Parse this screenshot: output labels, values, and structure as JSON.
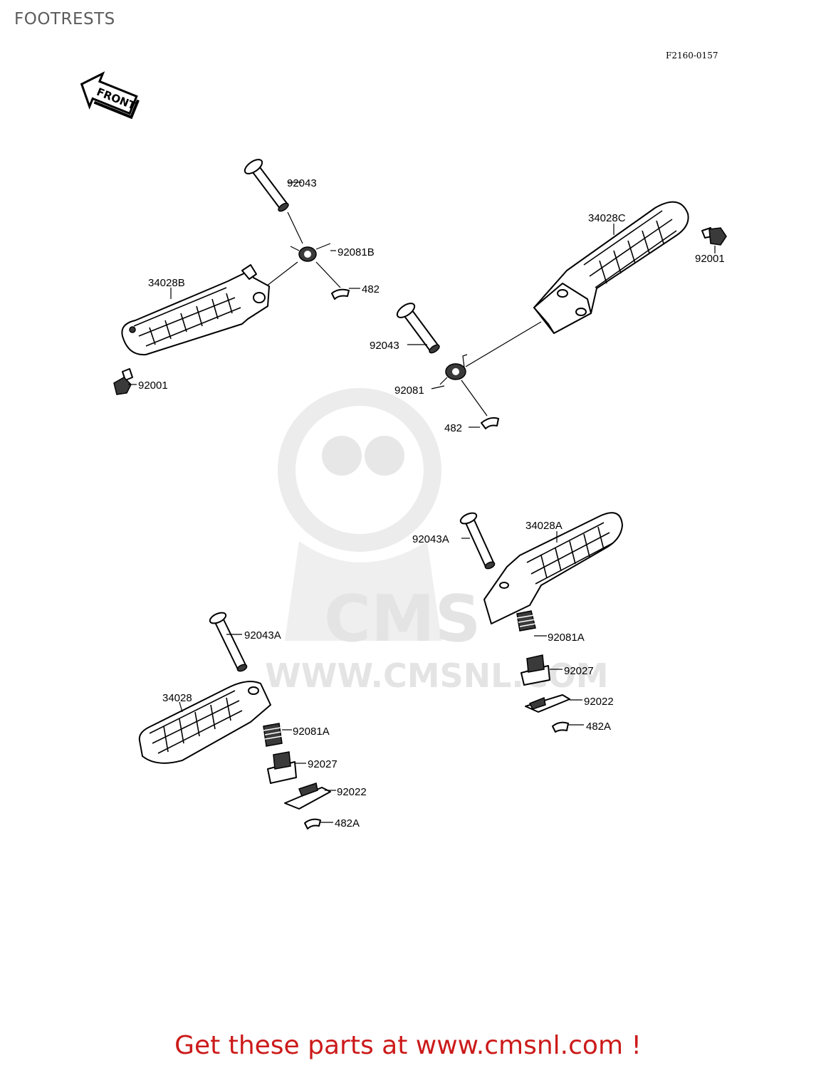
{
  "page": {
    "title": "FOOTRESTS",
    "diagram_code": "F2160-0157",
    "front_label": "FRONT",
    "footer_cta": "Get these parts at www.cmsnl.com !",
    "watermark_text": "WWW.CMSNL.COM",
    "watermark_logo": "CMS"
  },
  "callouts": {
    "rear_left_pin": "92043",
    "rear_left_spring": "92081B",
    "rear_left_clip": "482",
    "rear_left_peg": "34028B",
    "rear_left_bolt": "92001",
    "rear_right_peg": "34028C",
    "rear_right_bolt": "92001",
    "rear_right_pin": "92043",
    "rear_right_spring": "92081",
    "rear_right_clip": "482",
    "front_right_pin": "92043A",
    "front_right_peg": "34028A",
    "front_right_spring": "92081A",
    "front_right_holder": "92027",
    "front_right_plate": "92022",
    "front_right_clip": "482A",
    "front_left_pin": "92043A",
    "front_left_peg": "34028",
    "front_left_spring": "92081A",
    "front_left_holder": "92027",
    "front_left_plate": "92022",
    "front_left_clip": "482A"
  },
  "colors": {
    "title": "#5c5c5c",
    "cta": "#cc1a1a",
    "watermark": "#e4e4e4",
    "lines": "#000000"
  }
}
